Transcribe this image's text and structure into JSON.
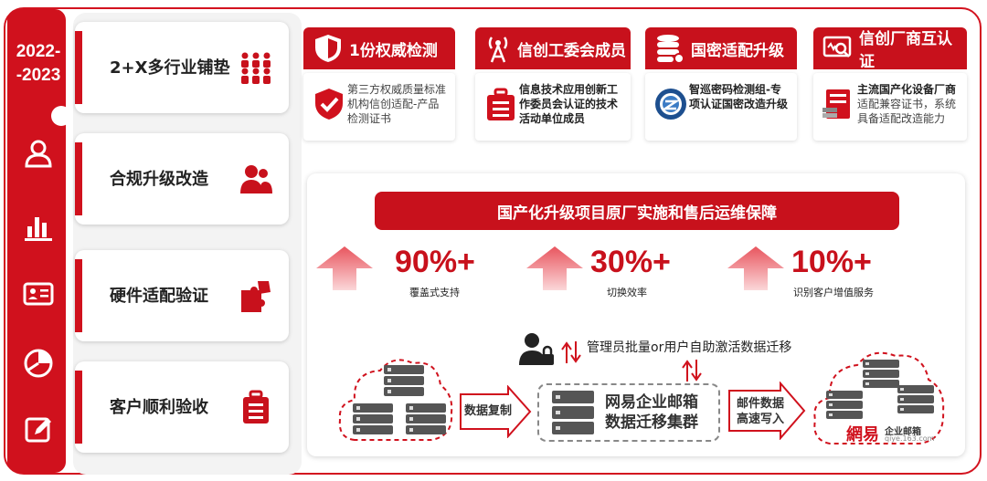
{
  "sidebar": {
    "year": "2022-\n-2023",
    "icons": [
      "user-icon",
      "bar-chart-icon",
      "id-card-icon",
      "pie-chart-icon",
      "edit-icon"
    ]
  },
  "cards": [
    {
      "label": "2+X多行业铺垫",
      "icon": "team-icon"
    },
    {
      "label": "合规升级改造",
      "icon": "users-icon"
    },
    {
      "label": "硬件适配验证",
      "icon": "puzzle-icon"
    },
    {
      "label": "客户顺利验收",
      "icon": "briefcase-icon"
    }
  ],
  "badges": [
    {
      "title": "1份权威检测",
      "text": "第三方权威质量标准机构信创适配-产品检测证书",
      "bold": "",
      "title_icon": "shield-icon",
      "body_icon": "shield-check-icon"
    },
    {
      "title": "信创工委会成员",
      "text": "",
      "bold": "信息技术应用创新工作委员会认证的技术活动单位成员",
      "title_icon": "antenna-icon",
      "body_icon": "briefcase-icon"
    },
    {
      "title": "国密适配升级",
      "text": "",
      "bold": "智巡密码检测组-专项认证国密改造升级",
      "title_icon": "database-icon",
      "body_icon": "seal-icon"
    },
    {
      "title": "信创厂商互认证",
      "text": "适配兼容证书，系统具备适配改造能力",
      "bold": "主流国产化设备厂商",
      "title_icon": "monitor-search-icon",
      "body_icon": "server-icon"
    }
  ],
  "panel": {
    "banner": "国产化升级项目原厂实施和售后运维保障",
    "stats": [
      {
        "value": "90%+",
        "caption": "覆盖式支持"
      },
      {
        "value": "30%+",
        "caption": "切换效率"
      },
      {
        "value": "10%+",
        "caption": "识别客户增值服务"
      }
    ],
    "admin_text": "管理员批量or用户自助激活数据迁移",
    "flow": {
      "copy_label": "数据复制",
      "cluster_line1": "网易企业邮箱",
      "cluster_line2": "数据迁移集群",
      "write_line1": "邮件数据",
      "write_line2": "高速写入",
      "brand": "網易",
      "brand_sub": "企业邮箱",
      "brand_url": "qiye.163.com"
    }
  },
  "colors": {
    "accent": "#c8111c",
    "rail": "#d0111d"
  }
}
